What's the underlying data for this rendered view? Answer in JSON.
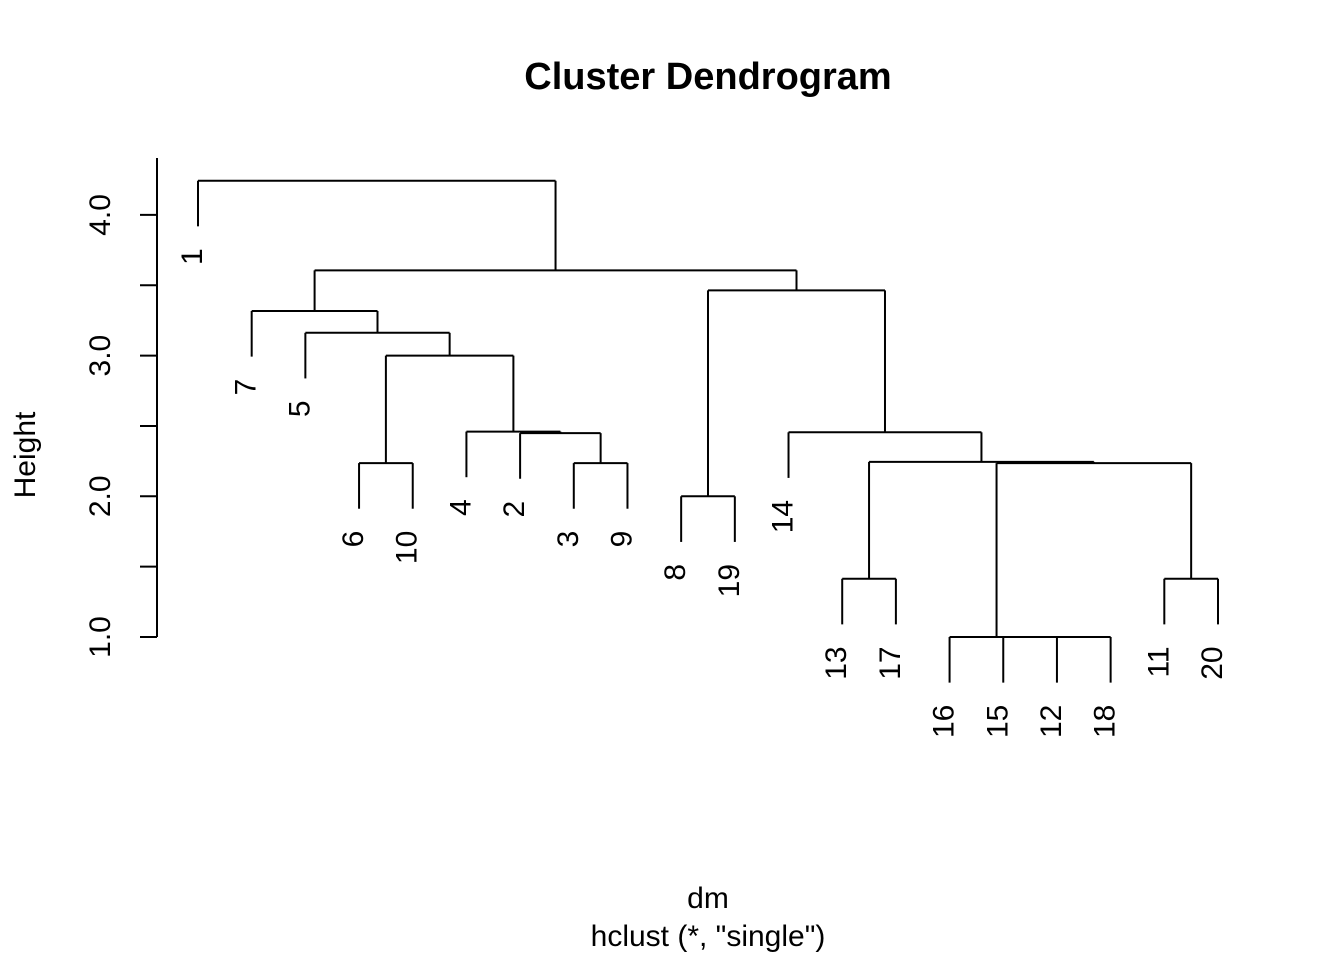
{
  "title": "Cluster Dendrogram",
  "chart_data": {
    "type": "dendrogram",
    "title": "Cluster Dendrogram",
    "ylabel": "Height",
    "xlabel_line1": "dm",
    "xlabel_line2": "hclust (*, \"single\")",
    "method": "single",
    "hang": 0.1,
    "y_axis": [
      {
        "v": 1.0,
        "label": "1.0"
      },
      {
        "v": 1.5,
        "label": ""
      },
      {
        "v": 2.0,
        "label": "2.0"
      },
      {
        "v": 2.5,
        "label": ""
      },
      {
        "v": 3.0,
        "label": "3.0"
      },
      {
        "v": 3.5,
        "label": ""
      },
      {
        "v": 4.0,
        "label": "4.0"
      }
    ],
    "leaf_order": [
      "1",
      "7",
      "5",
      "6",
      "10",
      "4",
      "2",
      "3",
      "9",
      "8",
      "19",
      "14",
      "13",
      "17",
      "16",
      "15",
      "12",
      "18",
      "11",
      "20"
    ],
    "line_color": "#000000",
    "tree": {
      "h": 4.243,
      "c": [
        {
          "leaf": "1"
        },
        {
          "h": 3.606,
          "c": [
            {
              "h": 3.317,
              "c": [
                {
                  "leaf": "7"
                },
                {
                  "h": 3.162,
                  "c": [
                    {
                      "leaf": "5"
                    },
                    {
                      "h": 3.0,
                      "c": [
                        {
                          "h": 2.236,
                          "c": [
                            {
                              "leaf": "6"
                            },
                            {
                              "leaf": "10"
                            }
                          ]
                        },
                        {
                          "h": 2.46,
                          "c": [
                            {
                              "leaf": "4"
                            },
                            {
                              "h": 2.449,
                              "c": [
                                {
                                  "leaf": "2"
                                },
                                {
                                  "h": 2.236,
                                  "c": [
                                    {
                                      "leaf": "3"
                                    },
                                    {
                                      "leaf": "9"
                                    }
                                  ]
                                }
                              ]
                            }
                          ]
                        }
                      ]
                    }
                  ]
                }
              ]
            },
            {
              "h": 3.464,
              "c": [
                {
                  "h": 2.0,
                  "c": [
                    {
                      "leaf": "8"
                    },
                    {
                      "leaf": "19"
                    }
                  ]
                },
                {
                  "h": 2.455,
                  "c": [
                    {
                      "leaf": "14"
                    },
                    {
                      "h": 2.245,
                      "c": [
                        {
                          "h": 1.414,
                          "c": [
                            {
                              "leaf": "13"
                            },
                            {
                              "leaf": "17"
                            }
                          ]
                        },
                        {
                          "h": 2.236,
                          "c": [
                            {
                              "h": 1.0,
                              "c": [
                                {
                                  "leaf": "16"
                                },
                                {
                                  "h": 1.0,
                                  "c": [
                                    {
                                      "leaf": "15"
                                    },
                                    {
                                      "h": 1.0,
                                      "c": [
                                        {
                                          "leaf": "12"
                                        },
                                        {
                                          "leaf": "18"
                                        }
                                      ]
                                    }
                                  ]
                                }
                              ]
                            },
                            {
                              "h": 1.414,
                              "c": [
                                {
                                  "leaf": "11"
                                },
                                {
                                  "leaf": "20"
                                }
                              ]
                            }
                          ]
                        }
                      ]
                    }
                  ]
                }
              ]
            }
          ]
        }
      ]
    }
  }
}
